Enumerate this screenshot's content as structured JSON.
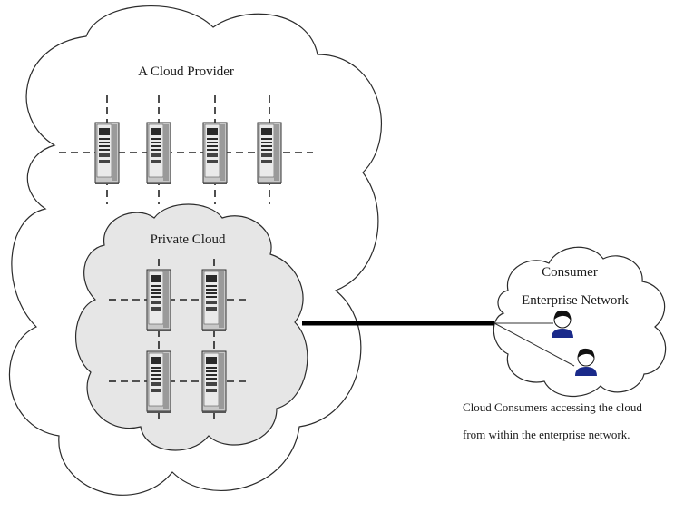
{
  "provider": {
    "label": "A Cloud Provider"
  },
  "private_cloud": {
    "label": "Private Cloud"
  },
  "consumer": {
    "label_line1": "Consumer",
    "label_line2": "Enterprise Network"
  },
  "caption": {
    "line1": "Cloud Consumers accessing the cloud",
    "line2": "from within the enterprise network."
  },
  "colors": {
    "private_cloud_fill": "#e6e6e6",
    "outline": "#2b2b2b",
    "link": "#000000"
  },
  "icons": {
    "server": "server-tower-icon",
    "user": "user-person-icon"
  }
}
